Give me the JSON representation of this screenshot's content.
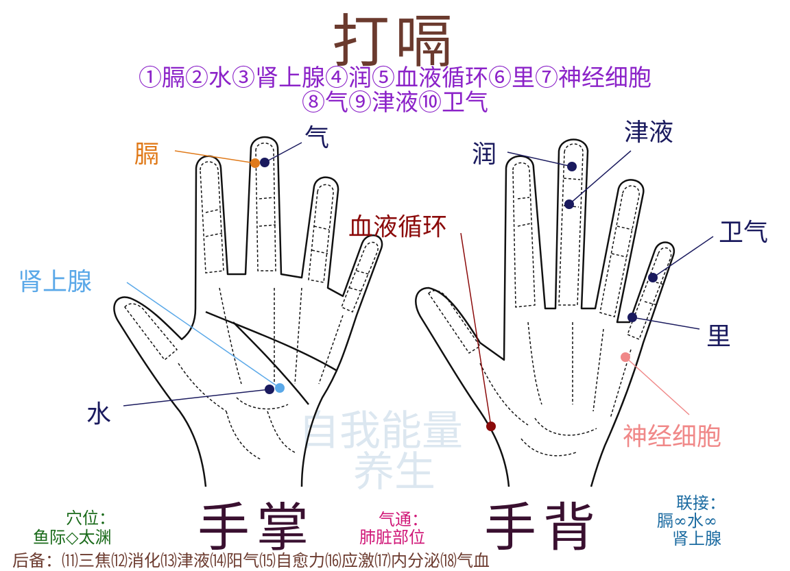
{
  "title": "打嗝",
  "points_line1": "①膈②水③肾上腺④润⑤血液循环⑥里⑦神经细胞",
  "points_line2": "⑧气⑨津液⑩卫气",
  "labels": {
    "ge": "膈",
    "qi": "气",
    "shenshangxian": "肾上腺",
    "shui": "水",
    "xueye": "血液循环",
    "run": "润",
    "jinye": "津液",
    "weiqi": "卫气",
    "li": "里",
    "shenjing": "神经细胞"
  },
  "palm_title": "手掌",
  "back_title": "手背",
  "acupoint": {
    "label": "穴位：",
    "value": "鱼际◇太渊"
  },
  "qitong": {
    "label": "气通：",
    "value": "肺脏部位"
  },
  "link": {
    "label": "联接：",
    "line1": "膈∞水∞",
    "line2": "肾上腺"
  },
  "backup": "后备：⑾三焦⑿消化⒀津液⒁阳气⒂自愈力⒃应激⒄内分泌⒅气血",
  "watermark": {
    "line1": "自我能量",
    "line2": "养生"
  },
  "colors": {
    "title": "#6b3a2e",
    "points": "#8b22c8",
    "navy": "#1a1a5e",
    "orange": "#e07a1a",
    "light_blue": "#5aa8e8",
    "dark_red": "#8b0a0a",
    "pink": "#f08888",
    "green": "#1a6a1a",
    "magenta": "#d01878",
    "teal": "#1a6aa0"
  }
}
